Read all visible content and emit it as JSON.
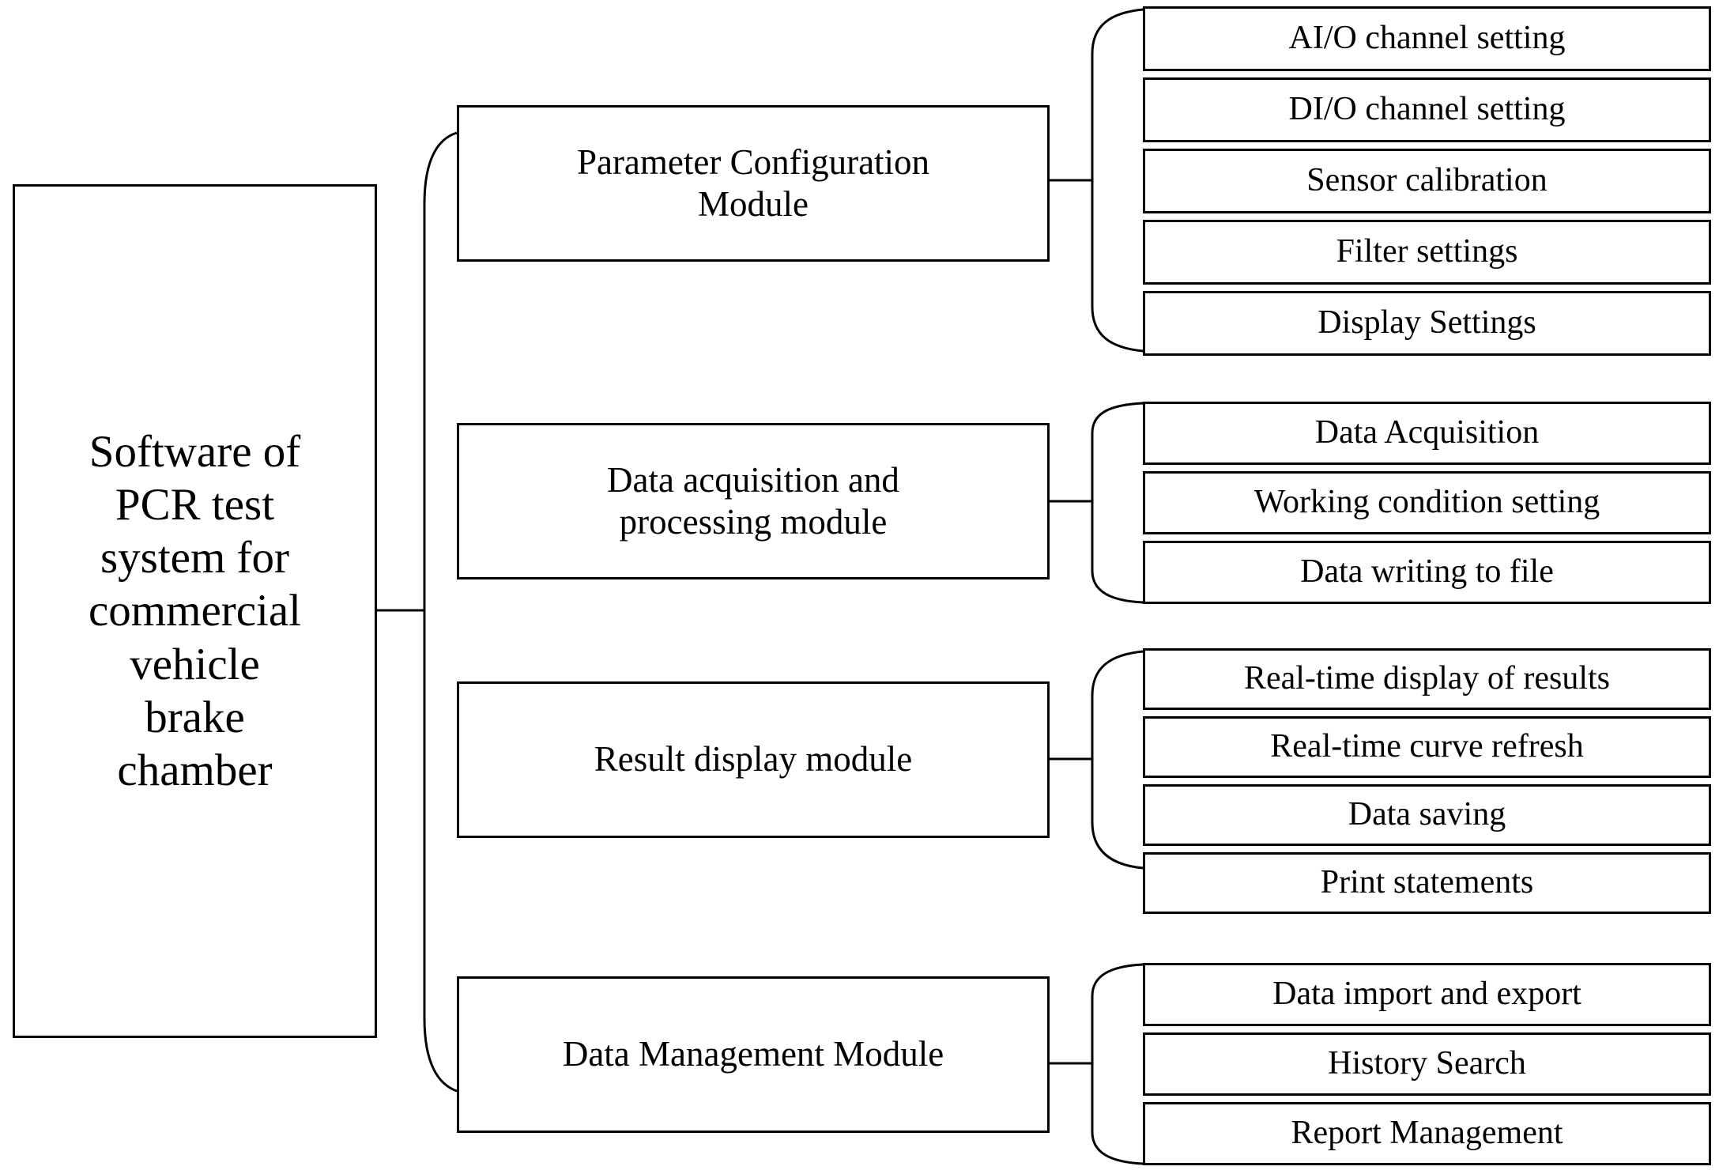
{
  "diagram": {
    "type": "hierarchy-tree",
    "orientation": "left-to-right",
    "root": {
      "label": "Software of PCR test system for commercial vehicle brake chamber",
      "label_lines": "Software of\nPCR test\nsystem for\ncommercial\nvehicle\nbrake\nchamber"
    },
    "modules": [
      {
        "id": "parameter-configuration-module",
        "label": "Parameter Configuration Module",
        "label_lines": "Parameter Configuration\nModule",
        "children": [
          {
            "id": "aio-channel-setting",
            "label": "AI/O channel setting"
          },
          {
            "id": "dio-channel-setting",
            "label": "DI/O channel setting"
          },
          {
            "id": "sensor-calibration",
            "label": "Sensor calibration"
          },
          {
            "id": "filter-settings",
            "label": "Filter settings"
          },
          {
            "id": "display-settings",
            "label": "Display Settings"
          }
        ]
      },
      {
        "id": "data-acquisition-and-processing-module",
        "label": "Data acquisition and processing module",
        "label_lines": "Data acquisition and\nprocessing module",
        "children": [
          {
            "id": "data-acquisition",
            "label": "Data Acquisition"
          },
          {
            "id": "working-condition-setting",
            "label": "Working condition setting"
          },
          {
            "id": "data-writing-to-file",
            "label": "Data writing to file"
          }
        ]
      },
      {
        "id": "result-display-module",
        "label": "Result display module",
        "label_lines": "Result display module",
        "children": [
          {
            "id": "real-time-display-of-results",
            "label": "Real-time display of results"
          },
          {
            "id": "real-time-curve-refresh",
            "label": "Real-time curve refresh"
          },
          {
            "id": "data-saving",
            "label": "Data saving"
          },
          {
            "id": "print-statements",
            "label": "Print statements"
          }
        ]
      },
      {
        "id": "data-management-module",
        "label": "Data Management Module",
        "label_lines": "Data Management Module",
        "children": [
          {
            "id": "data-import-and-export",
            "label": "Data import and export"
          },
          {
            "id": "history-search",
            "label": "History Search"
          },
          {
            "id": "report-management",
            "label": "Report Management"
          }
        ]
      }
    ],
    "colors": {
      "background": "#ffffff",
      "stroke": "#000000",
      "text": "#000000"
    }
  }
}
